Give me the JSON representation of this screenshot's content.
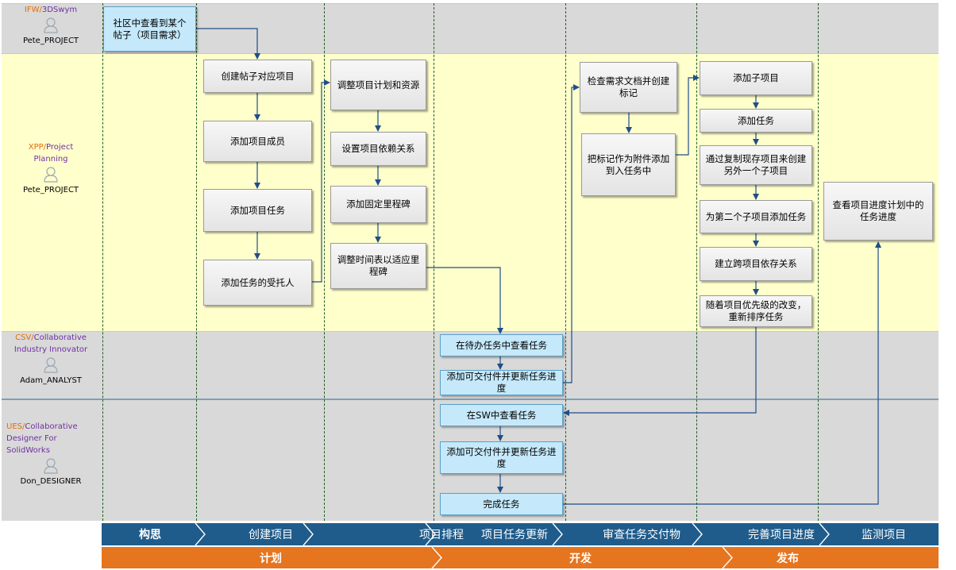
{
  "lanes": [
    {
      "app_prefix": "IFW/",
      "app_name": "3DSwym",
      "user": "Pete_PROJECT",
      "avatar": "user-icon"
    },
    {
      "app_prefix": "XPP/",
      "app_name": "Project Planning",
      "user": "Pete_PROJECT",
      "avatar": "user-icon"
    },
    {
      "app_prefix": "CSV/",
      "app_name": "Collaborative Industry Innovator",
      "user": "Adam_ANALYST",
      "avatar": "user-icon"
    },
    {
      "app_prefix": "UES/",
      "app_name": "Collaborative Designer For SolidWorks",
      "user": "Don_DESIGNER",
      "avatar": "user-icon"
    }
  ],
  "tasks": {
    "t1": "社区中查看到某个帖子（项目需求）",
    "t2": "创建帖子对应项目",
    "t3": "添加项目成员",
    "t4": "添加项目任务",
    "t5": "添加任务的受托人",
    "t6": "调整项目计划和资源",
    "t7": "设置项目依赖关系",
    "t8": "添加固定里程碑",
    "t9": "调整时间表以适应里程碑",
    "t10": "在待办任务中查看任务",
    "t11": "添加可交付件并更新任务进度",
    "t12": "在SW中查看任务",
    "t13": "添加可交付件并更新任务进度",
    "t14": "完成任务",
    "t15": "检查需求文档并创建标记",
    "t16": "把标记作为附件添加到入任务中",
    "t17": "添加子项目",
    "t18": "添加任务",
    "t19": "通过复制现存项目来创建另外一个子项目",
    "t20": "为第二个子项目添加任务",
    "t21": "建立跨项目依存关系",
    "t22": "随着项目优先级的改变，重新排序任务",
    "t23": "查看项目进度计划中的任务进度"
  },
  "stages": [
    "构思",
    "创建项目",
    "项目排程",
    "项目任务更新",
    "审查任务交付物",
    "完善项目进度",
    "监测项目"
  ],
  "phases": [
    "计划",
    "开发",
    "发布"
  ],
  "colors": {
    "stage_bar": "#1f5c8b",
    "phase_bar": "#e5751f",
    "arrow": "#1f4e89"
  }
}
